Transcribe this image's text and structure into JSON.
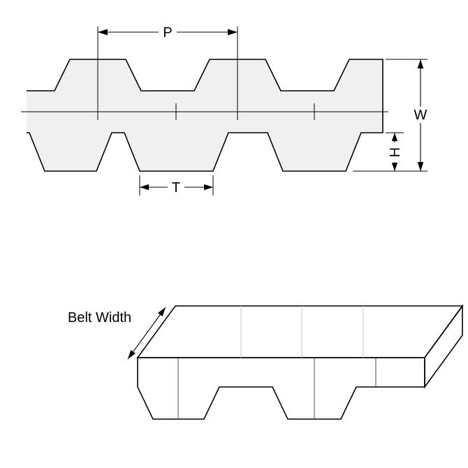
{
  "diagram": {
    "cross_section": {
      "pitch_label": "P",
      "width_label": "W",
      "height_label": "H",
      "tooth_label": "T"
    },
    "perspective": {
      "belt_width_label": "Belt Width"
    },
    "colors": {
      "outline": "#000000",
      "belt_fill": "#f0f0f0",
      "top_face": "#000000",
      "end_face": "#f3f3f3",
      "background": "#ffffff"
    }
  }
}
